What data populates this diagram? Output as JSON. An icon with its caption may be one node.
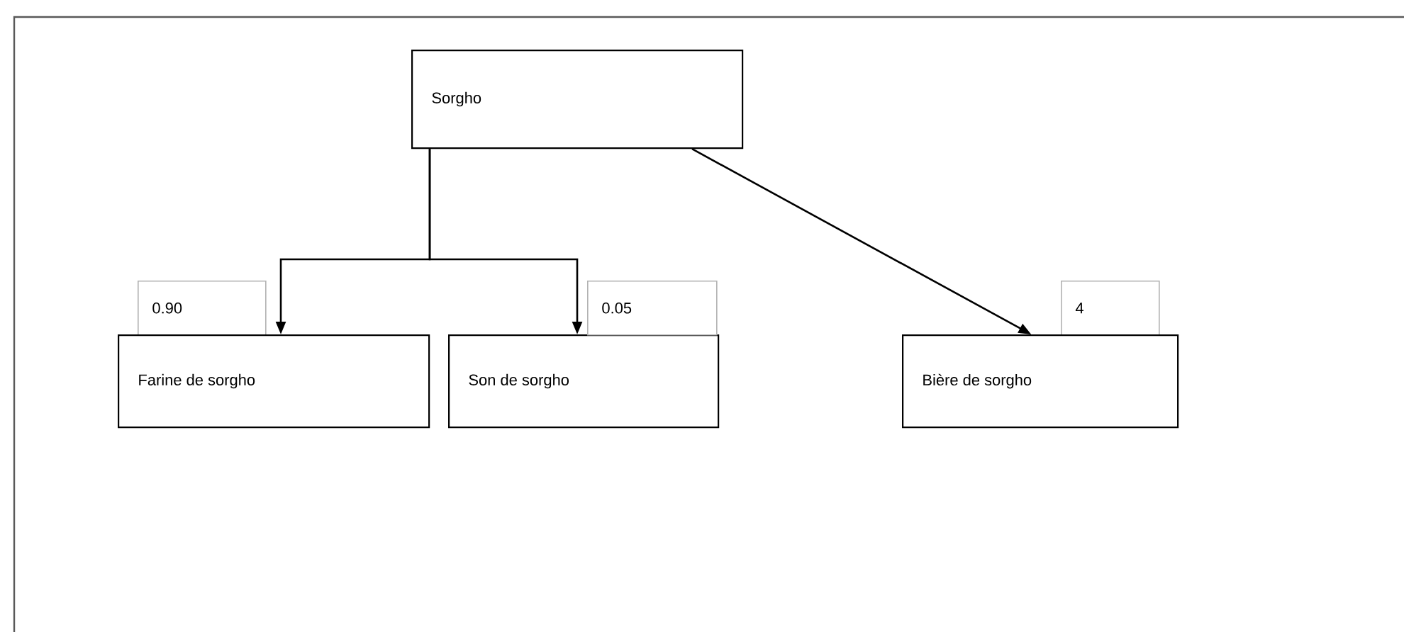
{
  "diagram": {
    "nodes": [
      {
        "text": [
          "Sorgho"
        ]
      },
      {
        "text": [
          "0.90"
        ]
      },
      {
        "text": [
          "Farine de sorgho"
        ]
      },
      {
        "text": [
          "Son de sorgho"
        ]
      },
      {
        "text": [
          "0.05"
        ]
      },
      {
        "text": [
          "4"
        ]
      },
      {
        "text": [
          "Bière de sorgho"
        ]
      }
    ],
    "edges": [
      {
        "from": 0,
        "to": 2,
        "arrow": "to"
      },
      {
        "from": 0,
        "to": 3,
        "arrow": "to"
      },
      {
        "from": 0,
        "to": 6,
        "arrow": "to"
      }
    ]
  }
}
